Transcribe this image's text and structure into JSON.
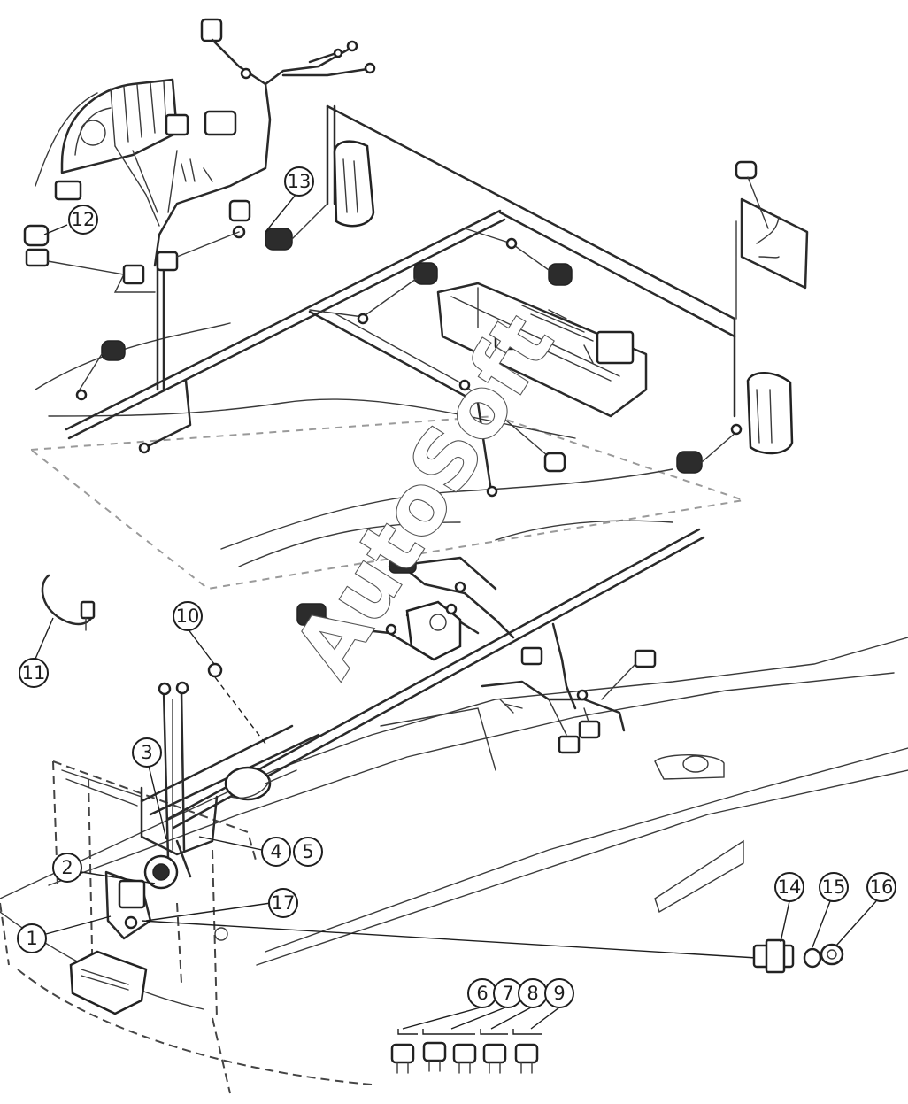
{
  "watermark": "AutoSoft",
  "callouts": [
    {
      "id": "c1",
      "label": "1"
    },
    {
      "id": "c2",
      "label": "2"
    },
    {
      "id": "c3",
      "label": "3"
    },
    {
      "id": "c4",
      "label": "4"
    },
    {
      "id": "c5",
      "label": "5"
    },
    {
      "id": "c6",
      "label": "6"
    },
    {
      "id": "c7",
      "label": "7"
    },
    {
      "id": "c8",
      "label": "8"
    },
    {
      "id": "c9",
      "label": "9"
    },
    {
      "id": "c10",
      "label": "10"
    },
    {
      "id": "c11",
      "label": "11"
    },
    {
      "id": "c12",
      "label": "12"
    },
    {
      "id": "c13",
      "label": "13"
    },
    {
      "id": "c14",
      "label": "14"
    },
    {
      "id": "c15",
      "label": "15"
    },
    {
      "id": "c16",
      "label": "16"
    },
    {
      "id": "c17",
      "label": "17"
    }
  ]
}
